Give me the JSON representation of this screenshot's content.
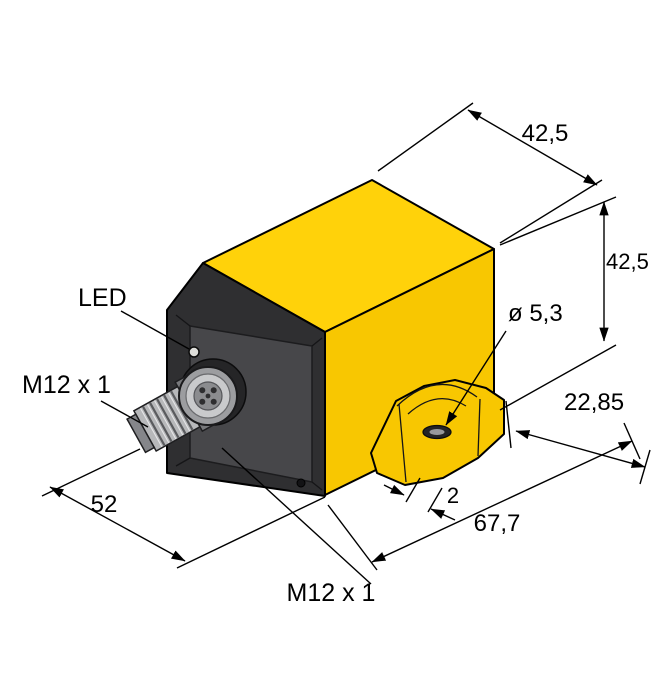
{
  "drawing": {
    "dimensions": {
      "top_width": "42,5",
      "side_height": "42,5",
      "hole_diameter": "ø 5,3",
      "bracket_depth": "22,85",
      "bracket_gap": "2",
      "overall_length": "67,7",
      "side_length": "52"
    },
    "labels": {
      "led": "LED",
      "thread_left": "M12 x 1",
      "thread_bottom": "M12 x 1"
    },
    "colors": {
      "body_yellow": "#FFD20A",
      "body_yellow_shade": "#F8C701",
      "cap_dark": "#2F2F31",
      "panel_dark": "#47474A",
      "metal_light": "#C9CACC",
      "metal_mid": "#9C9DA0",
      "line": "#000000",
      "background": "#FFFFFF"
    }
  }
}
